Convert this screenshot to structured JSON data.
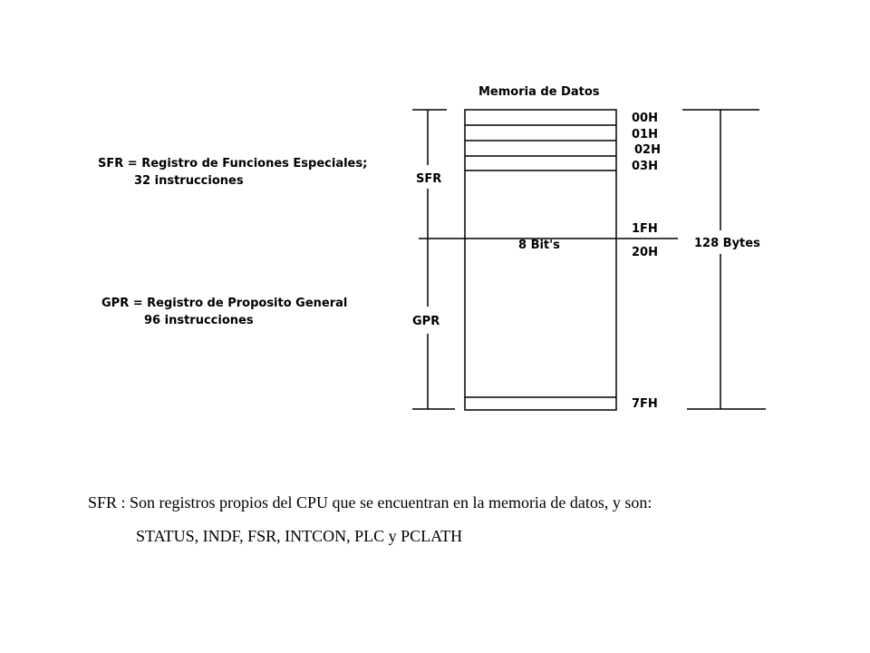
{
  "diagram": {
    "title": "Memoria de Datos",
    "width_label": "8 Bit's",
    "size_label": "128 Bytes",
    "regions": {
      "sfr": "SFR",
      "gpr": "GPR"
    },
    "addresses": [
      "00H",
      "01H",
      "02H",
      "03H",
      "1FH",
      "20H",
      "7FH"
    ]
  },
  "legend": {
    "sfr_line1": "SFR = Registro de Funciones Especiales;",
    "sfr_line2": "32 instrucciones",
    "gpr_line1": "GPR = Registro de Proposito General",
    "gpr_line2": "96 instrucciones"
  },
  "description": {
    "line1": "SFR : Son registros propios del CPU que se encuentran en la memoria de datos, y son:",
    "line2": "STATUS, INDF, FSR, INTCON, PLC y PCLATH"
  }
}
